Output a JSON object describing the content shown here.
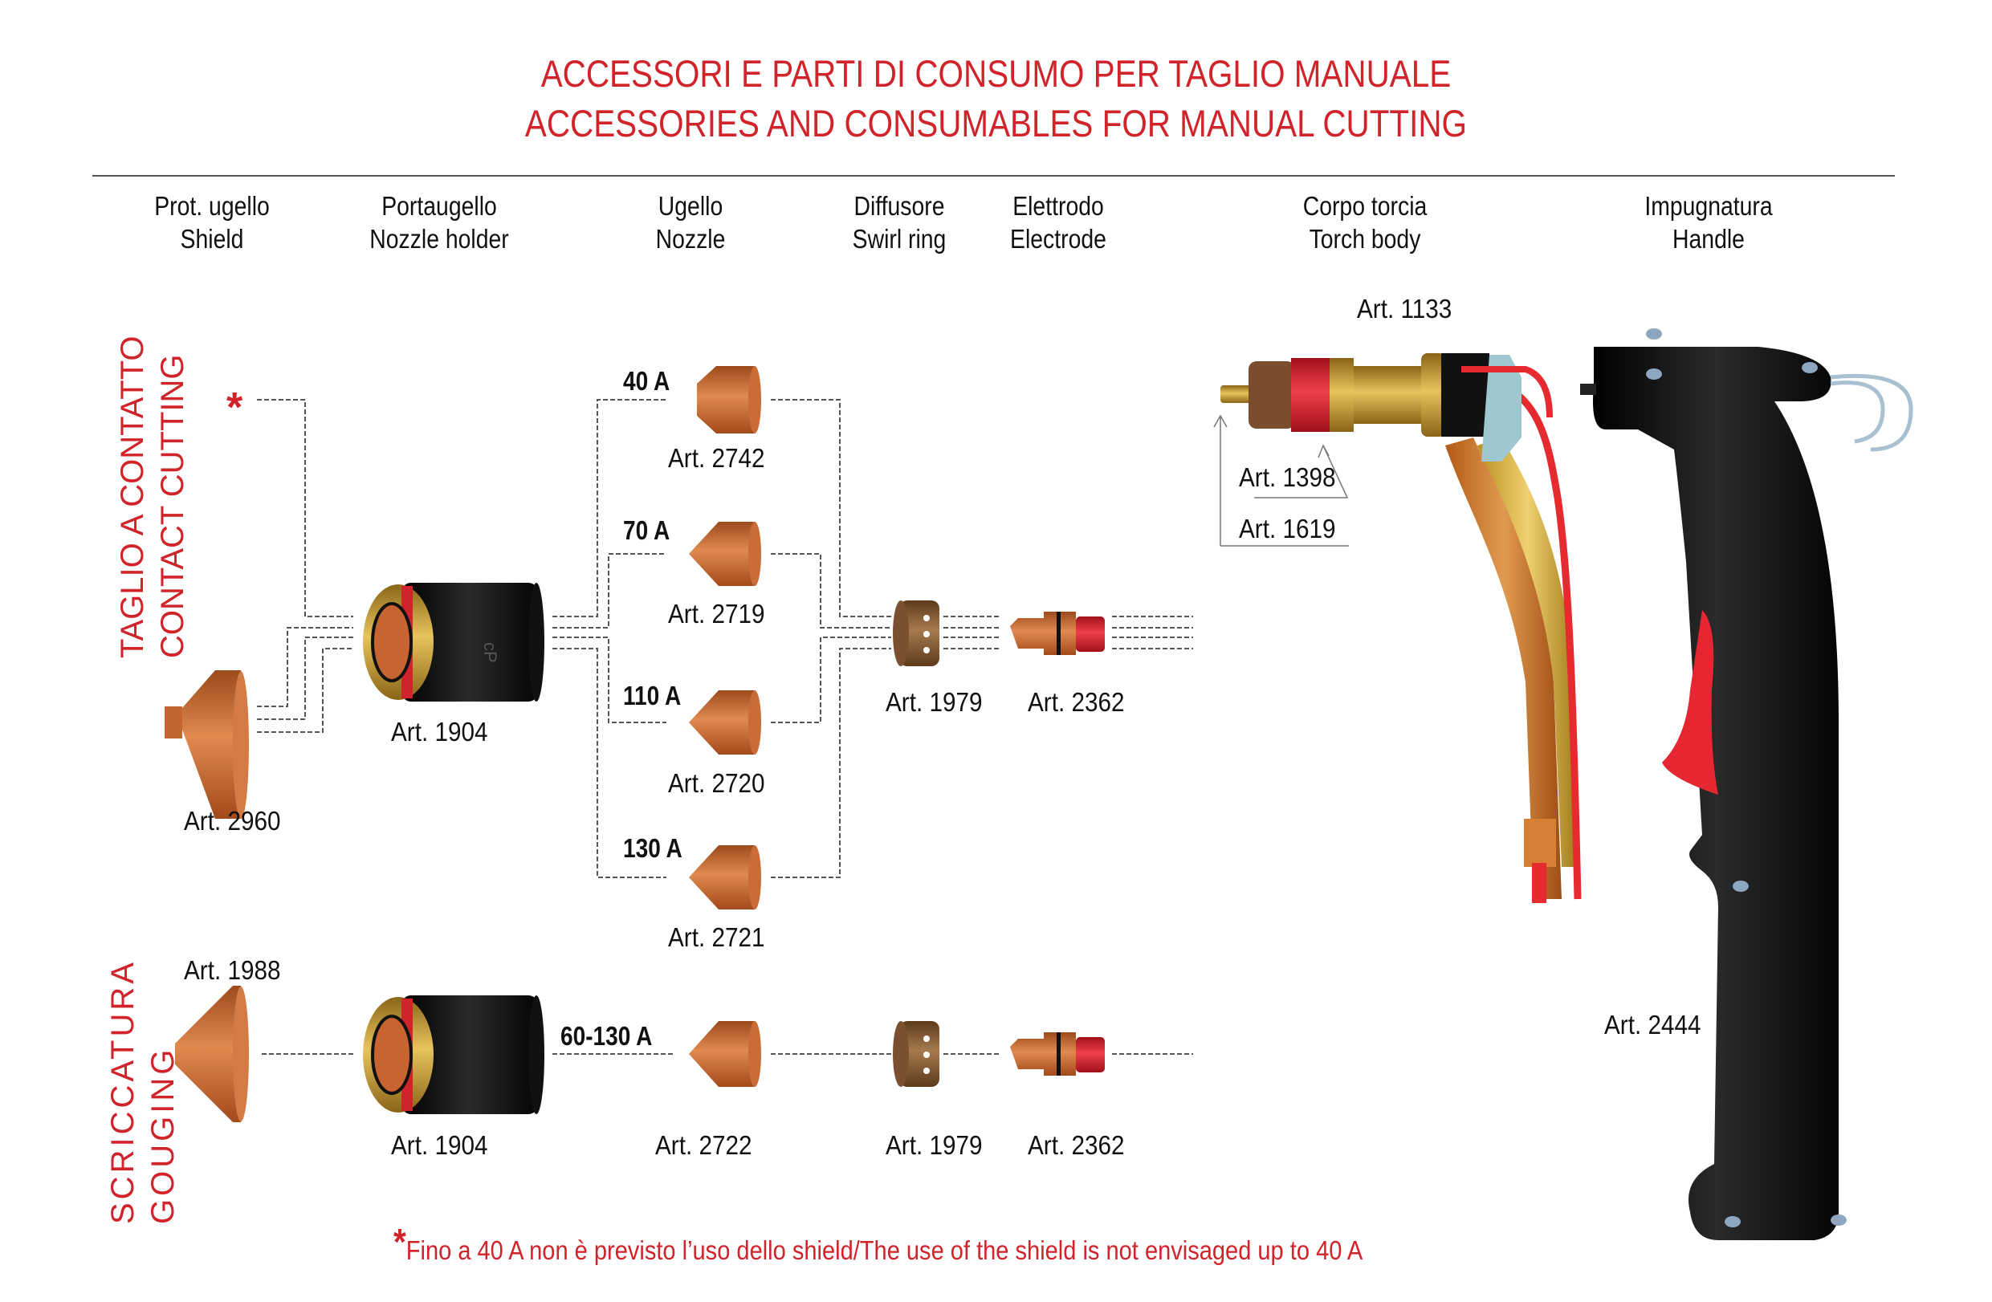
{
  "title": {
    "line_it": "ACCESSORI E PARTI DI CONSUMO PER TAGLIO MANUALE",
    "line_en": "ACCESSORIES AND CONSUMABLES FOR MANUAL CUTTING"
  },
  "columns": [
    {
      "it": "Prot. ugello",
      "en": "Shield"
    },
    {
      "it": "Portaugello",
      "en": "Nozzle holder"
    },
    {
      "it": "Ugello",
      "en": "Nozzle"
    },
    {
      "it": "Diffusore",
      "en": "Swirl ring"
    },
    {
      "it": "Elettrodo",
      "en": "Electrode"
    },
    {
      "it": "Corpo torcia",
      "en": "Torch body"
    },
    {
      "it": "Impugnatura",
      "en": "Handle"
    }
  ],
  "sections": {
    "contact": {
      "it": "TAGLIO A CONTATTO",
      "en": "CONTACT CUTTING",
      "asterisk": "*"
    },
    "gouging": {
      "it": "SCRICCATURA",
      "en": "GOUGING"
    }
  },
  "contact_parts": {
    "shield": "Art. 2960",
    "nozzle_holder": "Art. 1904",
    "nozzles": [
      {
        "amps": "40 A",
        "art": "Art. 2742"
      },
      {
        "amps": "70 A",
        "art": "Art. 2719"
      },
      {
        "amps": "110 A",
        "art": "Art. 2720"
      },
      {
        "amps": "130 A",
        "art": "Art. 2721"
      }
    ],
    "swirl_ring": "Art. 1979",
    "electrode": "Art. 2362"
  },
  "gouging_parts": {
    "shield": "Art. 1988",
    "nozzle_holder": "Art. 1904",
    "nozzle_amps": "60-130 A",
    "nozzle": "Art. 2722",
    "swirl_ring": "Art. 1979",
    "electrode": "Art. 2362"
  },
  "torch": {
    "body": "Art. 1133",
    "part_a": "Art. 1398",
    "part_b": "Art. 1619",
    "handle": "Art. 2444"
  },
  "footnote": {
    "star": "*",
    "text_it": "Fino a 40 A non è previsto l’uso dello shield/",
    "text_en": "The use of the shield is not envisaged up to 40 A"
  },
  "colors": {
    "accent_red": "#d1232a",
    "copper": "#c8642a",
    "brass": "#c9a23a",
    "black_part": "#111111",
    "swirl_bronze": "#8a5a32"
  }
}
